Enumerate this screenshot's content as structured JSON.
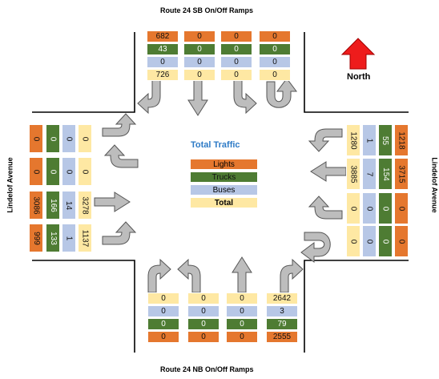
{
  "labels": {
    "north_road": "Route 24 SB On/Off Ramps",
    "south_road": "Route 24 NB On/Off Ramps",
    "west_road": "Lindelof Avenue",
    "east_road": "Lindelof Avenue",
    "north_indicator": "North",
    "center_title": "Total Traffic"
  },
  "legend": {
    "lights": "Lights",
    "trucks": "Trucks",
    "buses": "Buses",
    "total": "Total"
  },
  "colors": {
    "lights": "#e5772e",
    "trucks": "#4e7c33",
    "buses": "#b7c7e6",
    "total": "#fee8a3",
    "arrow_fill": "#bdbdbd",
    "north_arrow": "#ee1c1c",
    "title": "#2e7bc6"
  },
  "north": {
    "columns": [
      {
        "lights": "682",
        "trucks": "43",
        "buses": "0",
        "total": "726"
      },
      {
        "lights": "0",
        "trucks": "0",
        "buses": "0",
        "total": "0"
      },
      {
        "lights": "0",
        "trucks": "0",
        "buses": "0",
        "total": "0"
      },
      {
        "lights": "0",
        "trucks": "0",
        "buses": "0",
        "total": "0"
      }
    ]
  },
  "south": {
    "columns": [
      {
        "lights": "0",
        "trucks": "0",
        "buses": "0",
        "total": "0"
      },
      {
        "lights": "0",
        "trucks": "0",
        "buses": "0",
        "total": "0"
      },
      {
        "lights": "0",
        "trucks": "0",
        "buses": "0",
        "total": "0"
      },
      {
        "lights": "2555",
        "trucks": "79",
        "buses": "3",
        "total": "2642"
      }
    ]
  },
  "west": {
    "rows": [
      {
        "lights": "0",
        "trucks": "0",
        "buses": "0",
        "total": "0"
      },
      {
        "lights": "0",
        "trucks": "0",
        "buses": "0",
        "total": "0"
      },
      {
        "lights": "3086",
        "trucks": "166",
        "buses": "14",
        "total": "3278"
      },
      {
        "lights": "999",
        "trucks": "133",
        "buses": "1",
        "total": "1137"
      }
    ]
  },
  "east": {
    "rows": [
      {
        "lights": "1218",
        "trucks": "55",
        "buses": "1",
        "total": "1280"
      },
      {
        "lights": "3715",
        "trucks": "154",
        "buses": "7",
        "total": "3885"
      },
      {
        "lights": "0",
        "trucks": "0",
        "buses": "0",
        "total": "0"
      },
      {
        "lights": "0",
        "trucks": "0",
        "buses": "0",
        "total": "0"
      }
    ]
  }
}
